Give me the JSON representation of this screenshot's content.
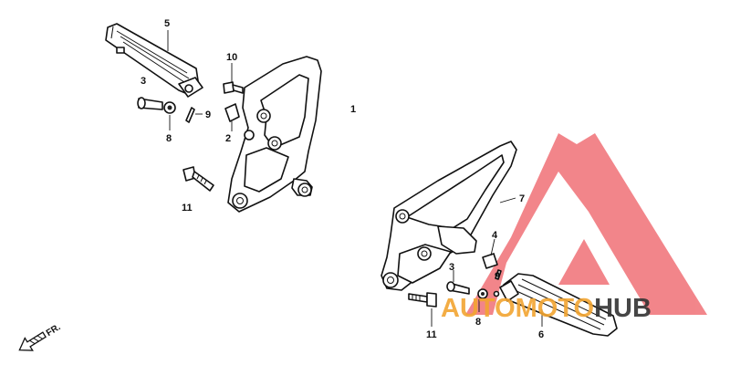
{
  "diagram": {
    "callouts": {
      "c1": "1",
      "c2": "2",
      "c3_left": "3",
      "c3_right": "3",
      "c4": "4",
      "c5": "5",
      "c6": "6",
      "c7": "7",
      "c8_left": "8",
      "c8_right": "8",
      "c9_left": "9",
      "c9_right": "9",
      "c10": "10",
      "c11_left": "11",
      "c11_right": "11"
    },
    "direction_label": "FR."
  },
  "watermark": {
    "text_part1": "AUTOMOTO",
    "text_part2": "HUB",
    "colors": {
      "logo_red": "#e8222c",
      "text_orange": "#f2a531",
      "text_dark": "#333333"
    }
  }
}
